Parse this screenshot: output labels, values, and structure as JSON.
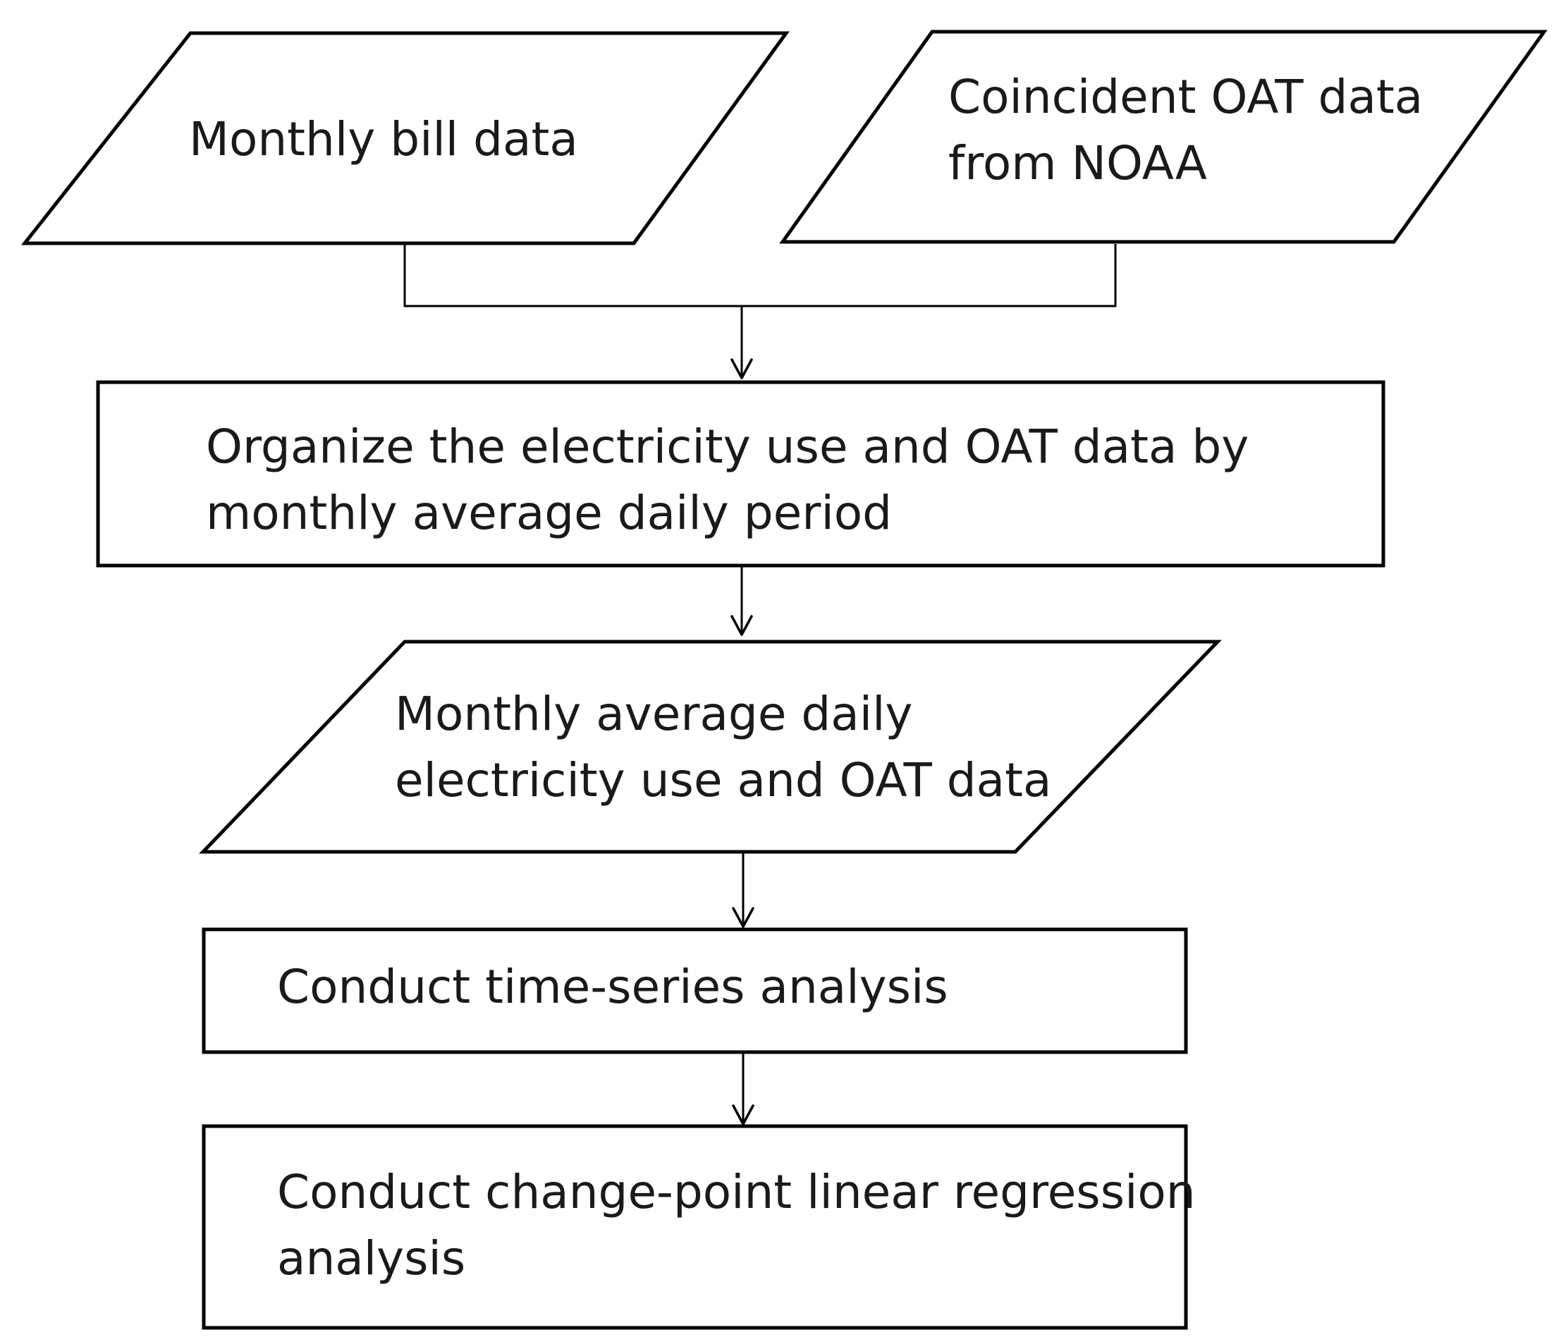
{
  "diagram": {
    "nodes": [
      {
        "id": "monthly-bill",
        "shape": "parallelogram",
        "lines": [
          "Monthly bill data"
        ]
      },
      {
        "id": "coincident-oat",
        "shape": "parallelogram",
        "lines": [
          "Coincident OAT data",
          "from NOAA"
        ]
      },
      {
        "id": "organize",
        "shape": "rectangle",
        "lines": [
          "Organize the electricity use and OAT data by",
          "monthly average daily period"
        ]
      },
      {
        "id": "monthly-average",
        "shape": "parallelogram",
        "lines": [
          "Monthly average daily",
          "electricity use and OAT data"
        ]
      },
      {
        "id": "time-series",
        "shape": "rectangle",
        "lines": [
          "Conduct time-series analysis"
        ]
      },
      {
        "id": "change-point",
        "shape": "rectangle",
        "lines": [
          "Conduct change-point linear regression",
          "analysis"
        ]
      }
    ],
    "edges": [
      {
        "from": "monthly-bill",
        "to": "organize"
      },
      {
        "from": "coincident-oat",
        "to": "organize"
      },
      {
        "from": "organize",
        "to": "monthly-average"
      },
      {
        "from": "monthly-average",
        "to": "time-series"
      },
      {
        "from": "time-series",
        "to": "change-point"
      }
    ]
  }
}
